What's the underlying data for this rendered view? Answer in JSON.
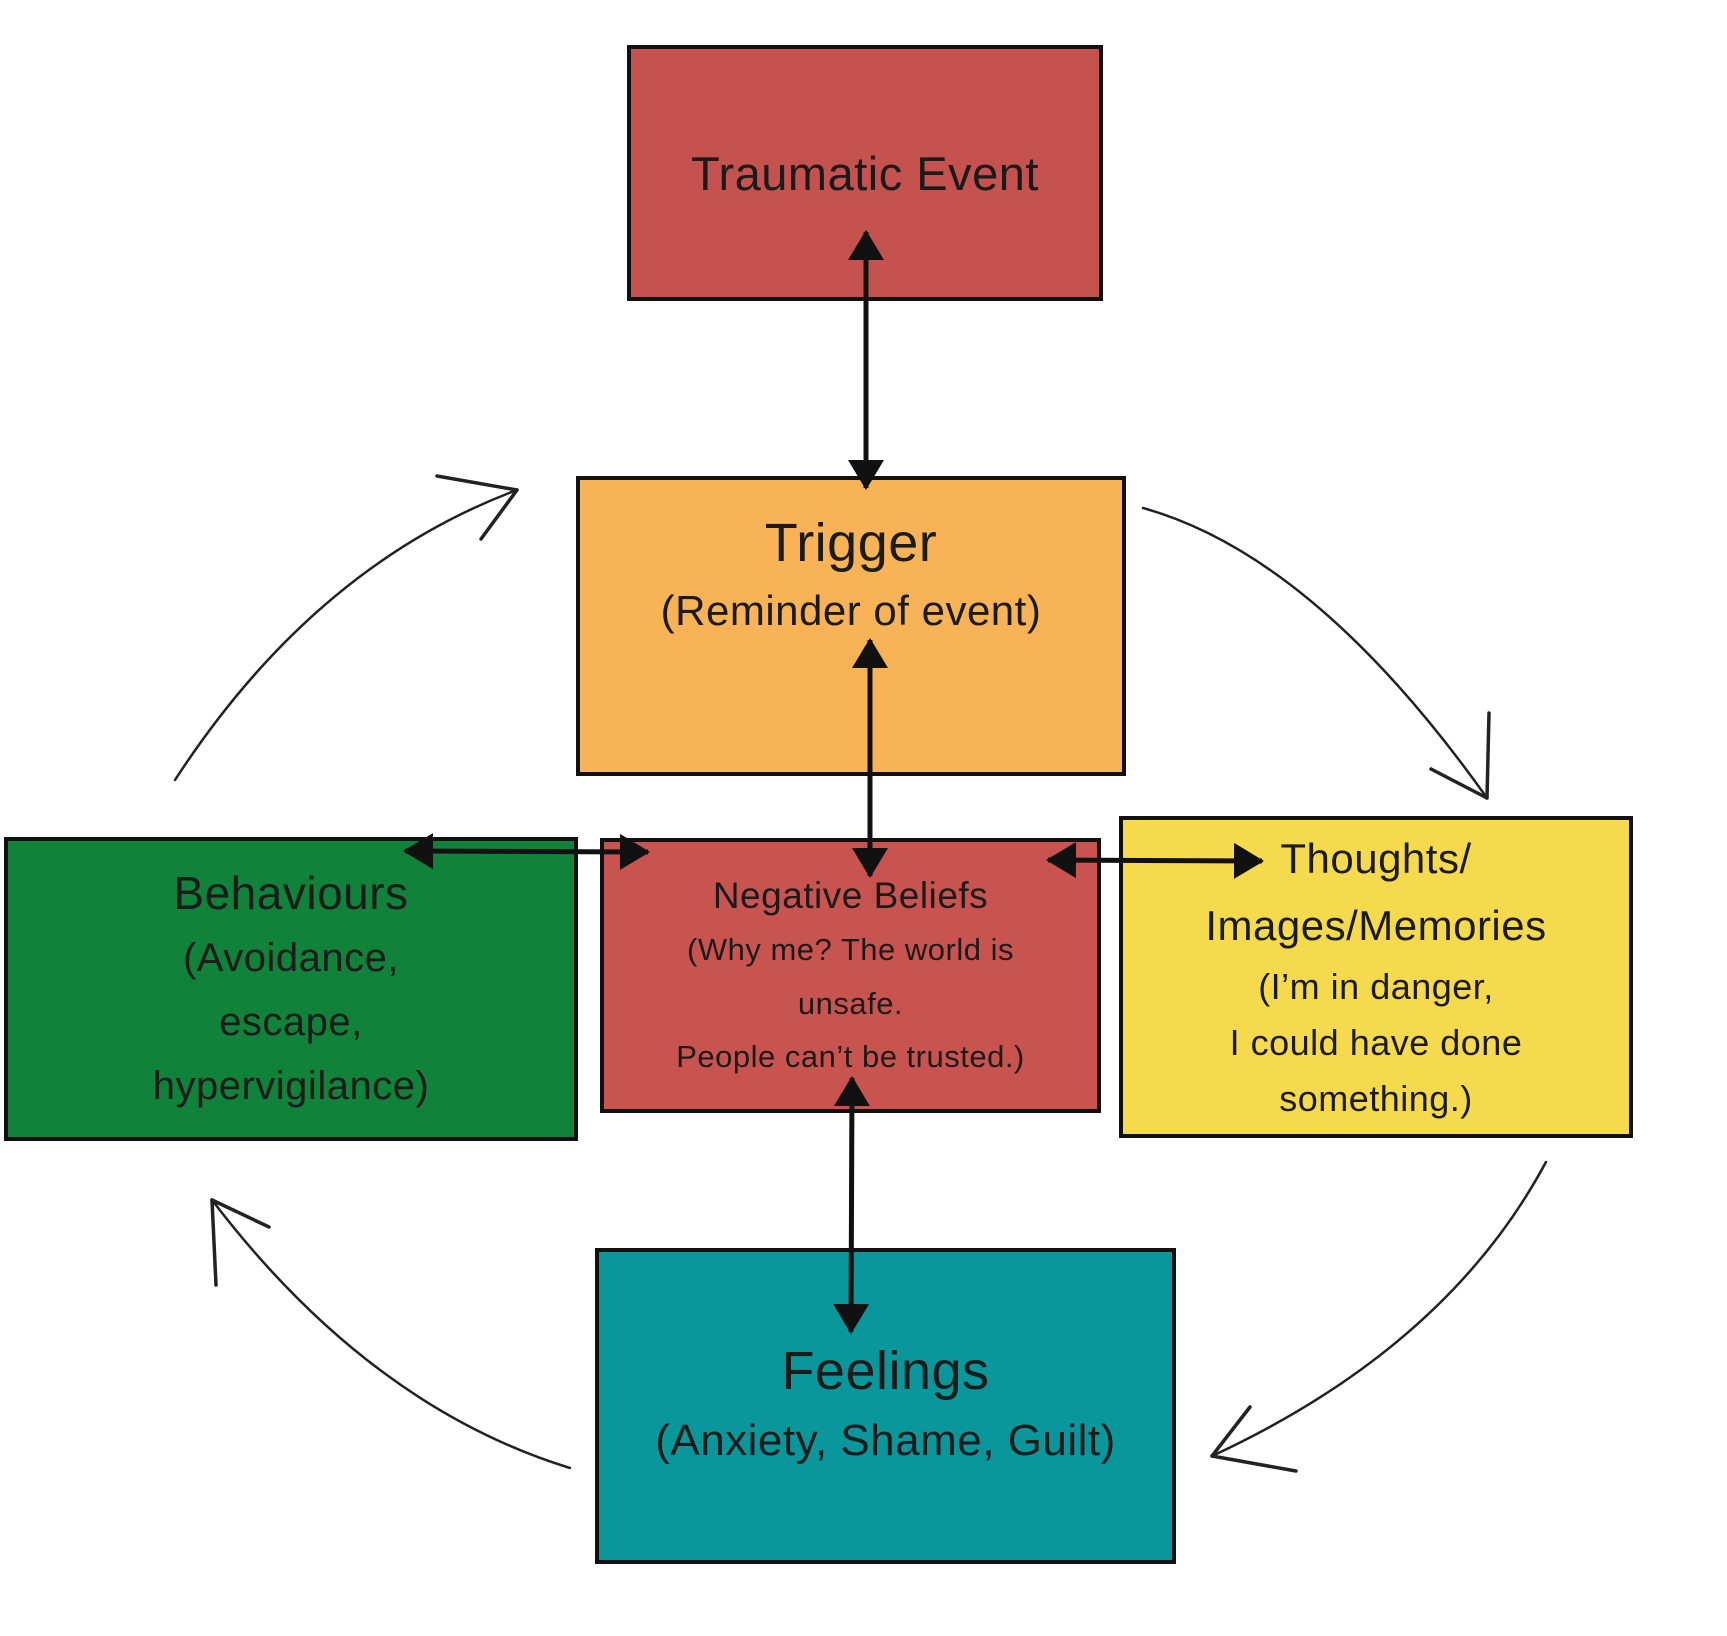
{
  "diagram": {
    "type": "cycle-flowchart",
    "background": "#ffffff",
    "arrow_color": "#111111",
    "text_color": "#1b1b1b"
  },
  "boxes": {
    "traumatic_event": {
      "label": "Traumatic Event",
      "bg": "#c5524e"
    },
    "trigger": {
      "label": "Trigger",
      "sublabel": "(Reminder of event)",
      "bg": "#f7b355"
    },
    "behaviours": {
      "label": "Behaviours",
      "lines": [
        "(Avoidance,",
        "escape,",
        "hypervigilance)"
      ],
      "bg": "#10823a"
    },
    "negative_beliefs": {
      "label": "Negative Beliefs",
      "lines": [
        "(Why me? The world is",
        "unsafe.",
        "People can’t be trusted.)"
      ],
      "bg": "#c9544f"
    },
    "thoughts": {
      "label_lines": [
        "Thoughts/",
        "Images/Memories"
      ],
      "lines": [
        "(I’m in danger,",
        "I could have done",
        "something.)"
      ],
      "bg": "#f6da4e"
    },
    "feelings": {
      "label": "Feelings",
      "sublabel": "(Anxiety, Shame, Guilt)",
      "bg": "#0a979c"
    }
  },
  "connections": [
    {
      "from": "traumatic_event",
      "to": "trigger",
      "style": "double-arrow"
    },
    {
      "from": "trigger",
      "to": "negative_beliefs",
      "style": "double-arrow"
    },
    {
      "from": "negative_beliefs",
      "to": "feelings",
      "style": "double-arrow"
    },
    {
      "from": "negative_beliefs",
      "to": "behaviours",
      "style": "double-arrow"
    },
    {
      "from": "negative_beliefs",
      "to": "thoughts",
      "style": "double-arrow"
    },
    {
      "from": "behaviours",
      "to": "trigger",
      "style": "hand-drawn-arc"
    },
    {
      "from": "trigger",
      "to": "thoughts",
      "style": "hand-drawn-arc"
    },
    {
      "from": "thoughts",
      "to": "feelings",
      "style": "hand-drawn-arc"
    },
    {
      "from": "feelings",
      "to": "behaviours",
      "style": "hand-drawn-arc"
    }
  ]
}
